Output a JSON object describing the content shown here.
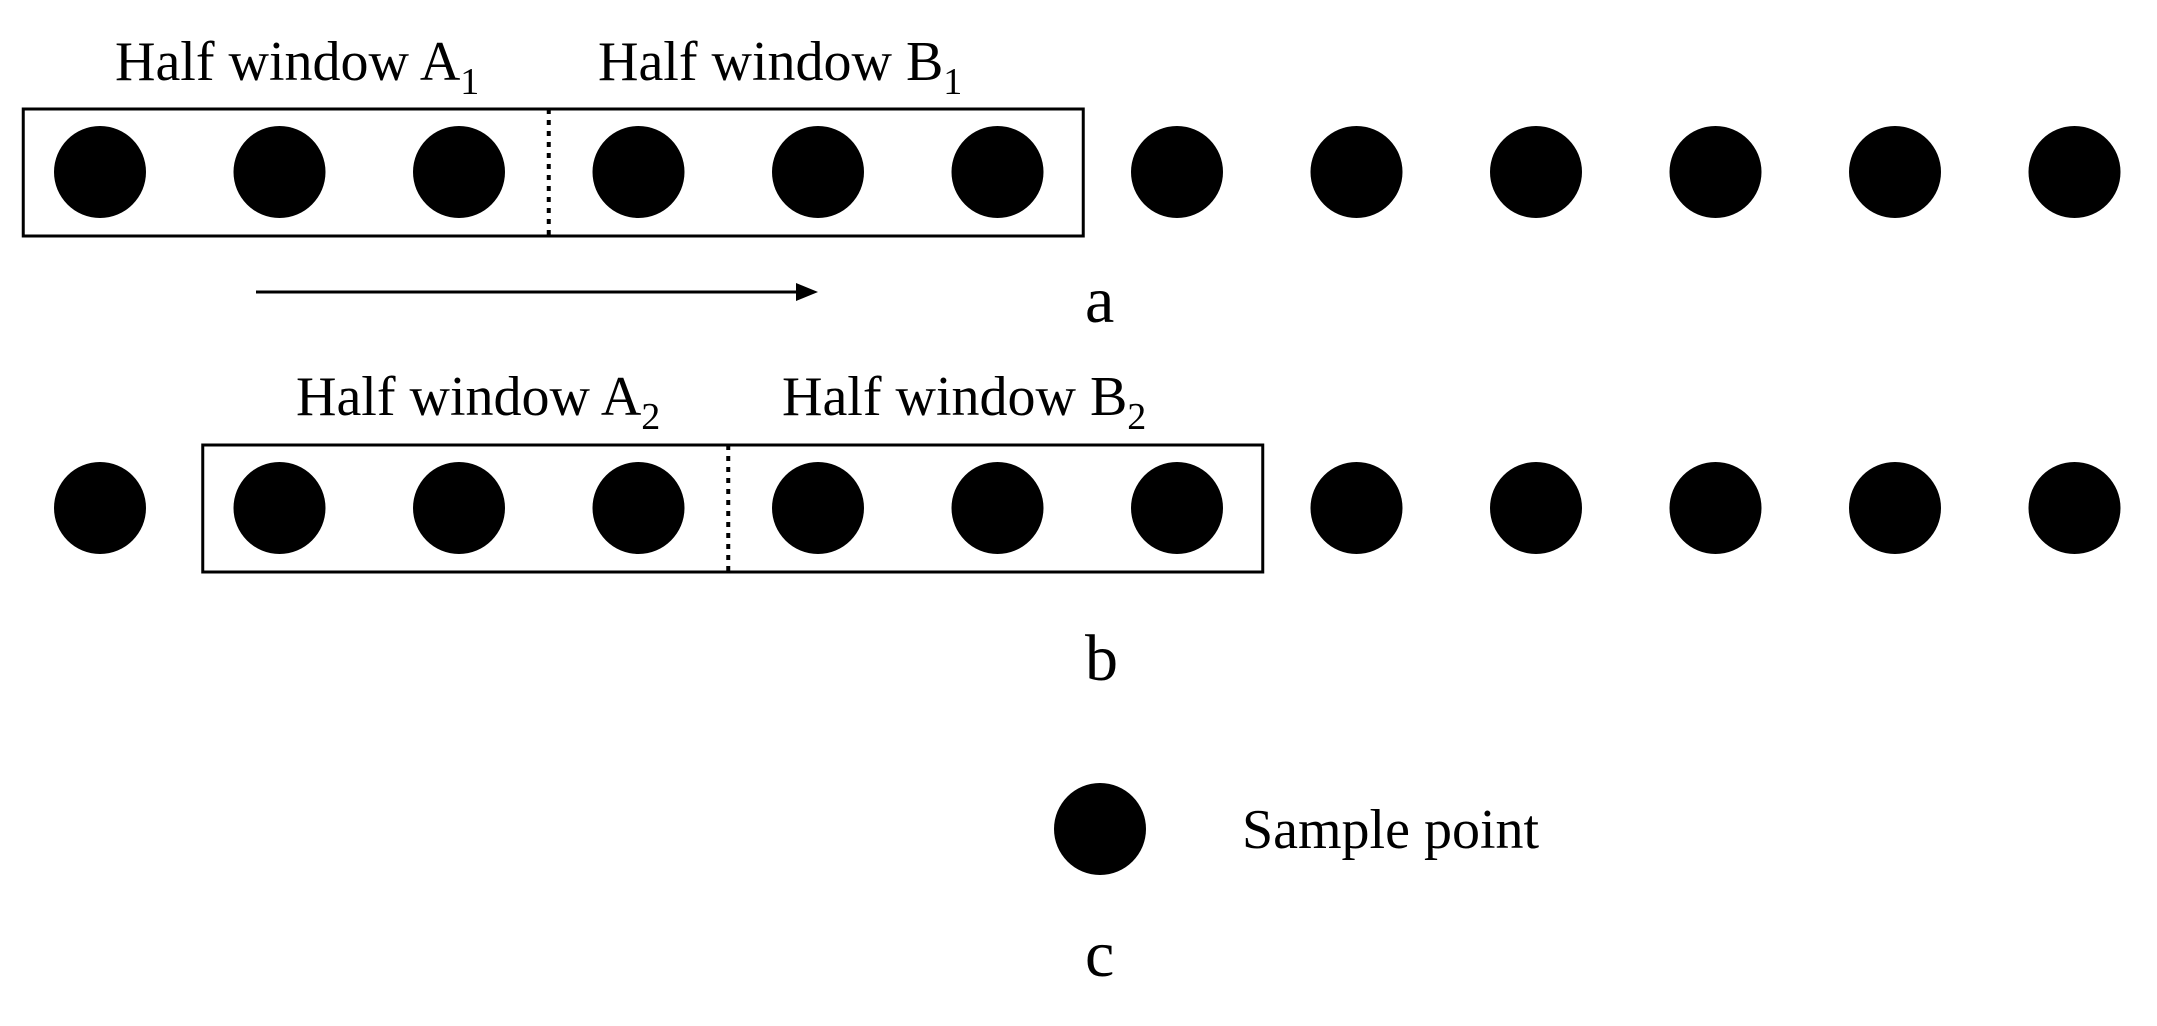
{
  "panels": {
    "a": {
      "label": "a",
      "half_window_left": {
        "text": "Half window A",
        "subscript": "1"
      },
      "half_window_right": {
        "text": "Half window B",
        "subscript": "1"
      },
      "window_start_index": 0,
      "window_size": 6,
      "point_count": 12
    },
    "b": {
      "label": "b",
      "half_window_left": {
        "text": "Half window A",
        "subscript": "2"
      },
      "half_window_right": {
        "text": "Half window B",
        "subscript": "2"
      },
      "window_start_index": 1,
      "window_size": 6,
      "point_count": 12
    }
  },
  "legend": {
    "label": "Sample point",
    "panel_label": "c"
  },
  "colors": {
    "point": "#000000",
    "stroke": "#000000",
    "background": "#ffffff"
  }
}
